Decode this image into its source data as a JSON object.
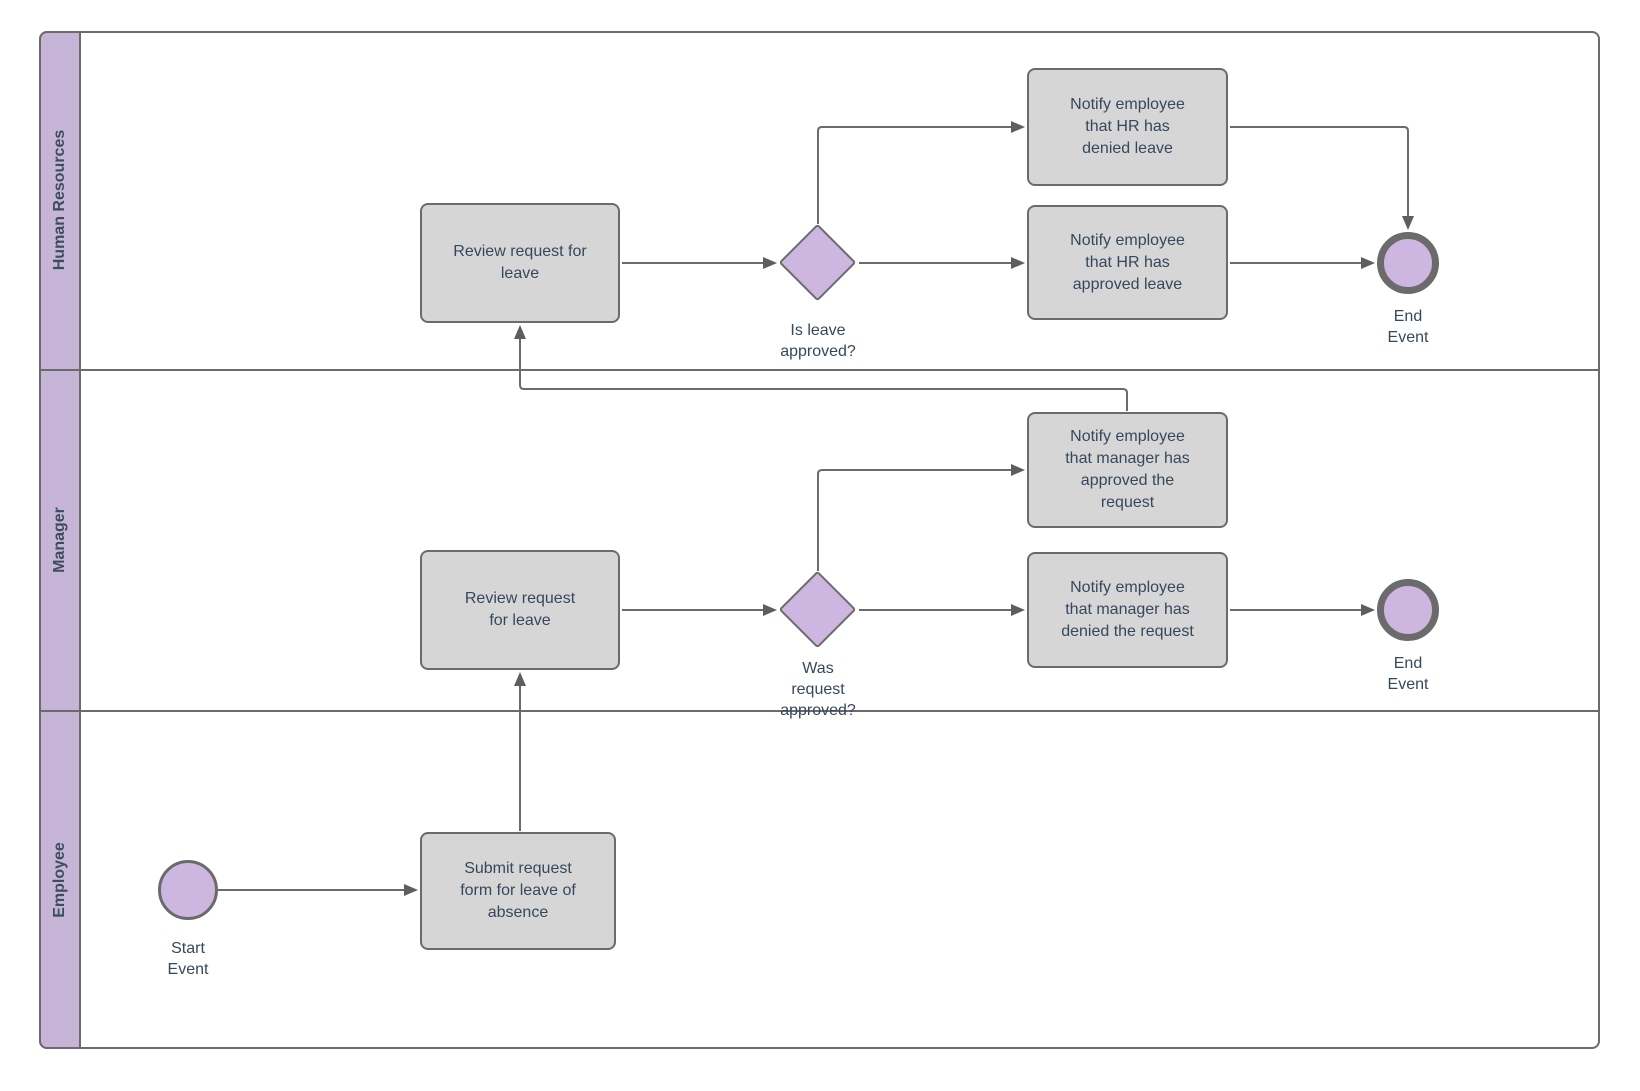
{
  "diagram": {
    "lanes": [
      {
        "id": "human-resources",
        "label": "Human Resources"
      },
      {
        "id": "manager",
        "label": "Manager"
      },
      {
        "id": "employee",
        "label": "Employee"
      }
    ],
    "tasks": {
      "hr_review": {
        "lines": [
          "Review request for",
          "leave"
        ]
      },
      "hr_notify_denied": {
        "lines": [
          "Notify employee",
          "that HR has",
          "denied leave"
        ]
      },
      "hr_notify_approved": {
        "lines": [
          "Notify employee",
          "that HR has",
          "approved leave"
        ]
      },
      "manager_review": {
        "lines": [
          "Review request",
          "for leave"
        ]
      },
      "manager_notify_approved": {
        "lines": [
          "Notify employee",
          "that manager has",
          "approved the",
          "request"
        ]
      },
      "manager_notify_denied": {
        "lines": [
          "Notify employee",
          "that manager has",
          "denied the request"
        ]
      },
      "submit_request": {
        "lines": [
          "Submit request",
          "form for leave of",
          "absence"
        ]
      }
    },
    "gateways": {
      "hr_decision": {
        "label_lines": [
          "Is leave",
          "approved?"
        ]
      },
      "manager_decision": {
        "label_lines": [
          "Was",
          "request",
          "approved?"
        ]
      }
    },
    "events": {
      "start": {
        "label_lines": [
          "Start",
          "Event"
        ]
      },
      "hr_end": {
        "label_lines": [
          "End",
          "Event"
        ]
      },
      "manager_end": {
        "label_lines": [
          "End",
          "Event"
        ]
      }
    },
    "colors": {
      "lane_bar_fill": "#c7b5d8",
      "shape_purple_fill": "#cdb6df",
      "task_fill": "#d6d6d6",
      "border_gray": "#6b6b6b",
      "connector_gray": "#6b6b6b",
      "arrowhead_gray": "#5e5e5e",
      "text_dark": "#36485c"
    }
  }
}
